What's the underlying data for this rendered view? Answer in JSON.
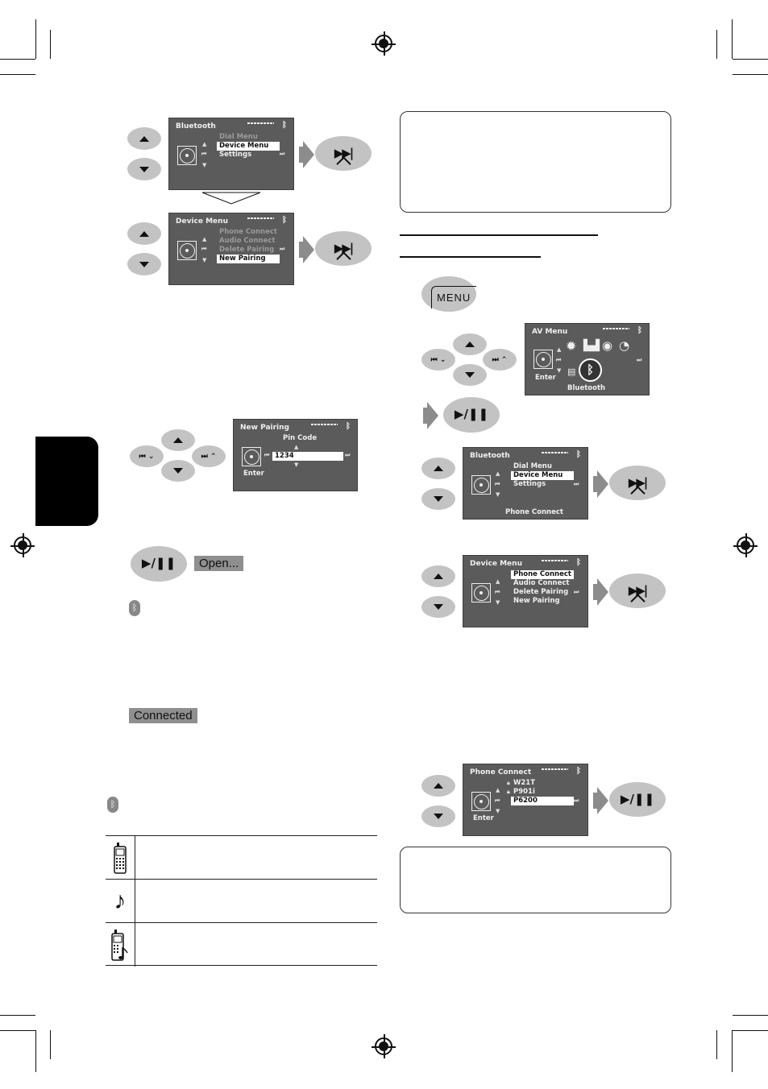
{
  "left": {
    "screen1": {
      "title": "Bluetooth",
      "items": [
        "Dial Menu",
        "Device Menu",
        "Settings"
      ],
      "selected": 1
    },
    "screen2": {
      "title": "Device Menu",
      "items": [
        "Phone Connect",
        "Audio Connect",
        "Delete Pairing",
        "New Pairing"
      ],
      "selected": 3
    },
    "screen3": {
      "title": "New Pairing",
      "label": "Pin Code",
      "pin": "1234",
      "enter": "Enter"
    },
    "open_label": "Open...",
    "connected_label": "Connected",
    "bluetooth_icon": "bluetooth-icon",
    "table_icons": [
      "phone-icon",
      "music-note-icon",
      "phone-audio-icon"
    ]
  },
  "right": {
    "menu_button": "MENU",
    "av_menu": {
      "title": "AV Menu",
      "selected_label": "Bluetooth",
      "enter": "Enter"
    },
    "screen_bt": {
      "title": "Bluetooth",
      "items": [
        "Dial Menu",
        "Device Menu",
        "Settings"
      ],
      "selected": 1,
      "footer": "Phone Connect"
    },
    "screen_dev": {
      "title": "Device Menu",
      "items": [
        "Phone Connect",
        "Audio Connect",
        "Delete Pairing",
        "New Pairing"
      ],
      "selected": 0
    },
    "screen_pc": {
      "title": "Phone Connect",
      "items": [
        "W21T",
        "P901i",
        "P6200"
      ],
      "selected": 2,
      "enter": "Enter"
    }
  },
  "buttons": {
    "next_symbol": "▶▶|",
    "play_pause_symbol": "▶/❚❚"
  }
}
